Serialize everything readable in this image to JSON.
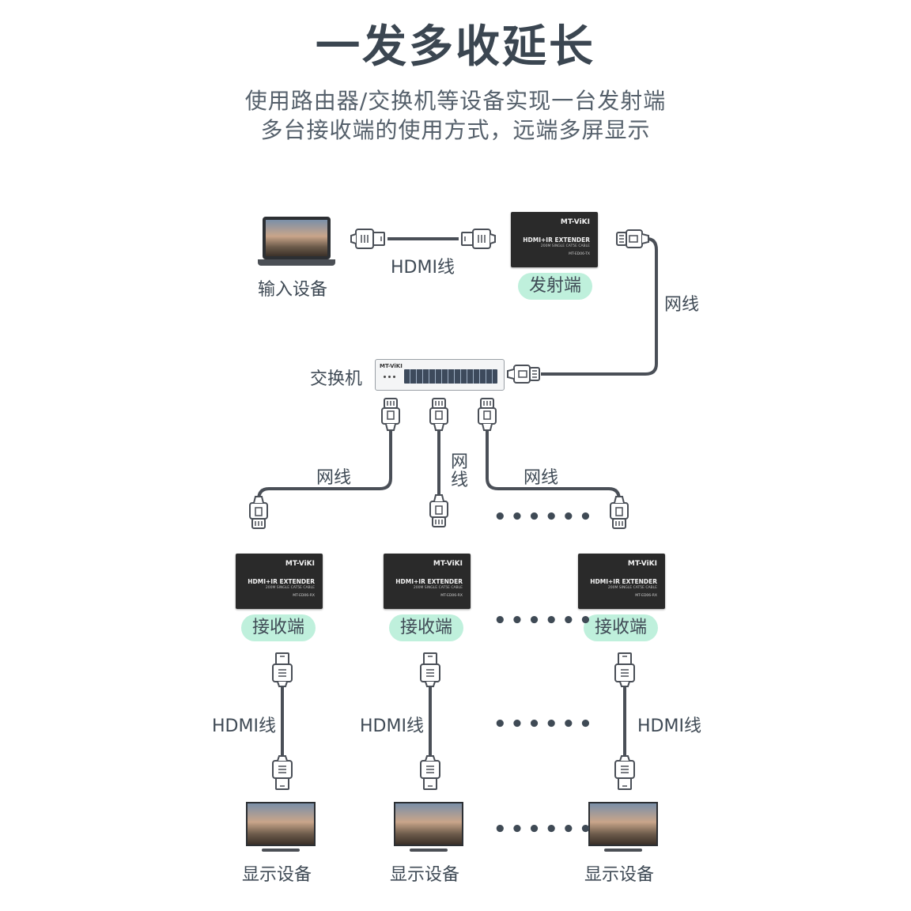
{
  "title": "一发多收延长",
  "subtitle": [
    "使用路由器/交换机等设备实现一台发射端",
    "多台接收端的使用方式，远端多屏显示"
  ],
  "input_device": "输入设备",
  "hdmi_cable": "HDMI线",
  "network_cable": "网线",
  "network_cable_vertical": [
    "网",
    "线"
  ],
  "transmitter": {
    "label": "发射端",
    "brand": "MT-ViKI",
    "product": "HDMI+IR EXTENDER",
    "tagline": "200M SINGLE CAT5E CABLE",
    "model": "MT-ED06-TX"
  },
  "switch": {
    "label": "交换机",
    "brand": "MT-ViKI"
  },
  "receiver": {
    "label": "接收端",
    "brand": "MT-ViKI",
    "product": "HDMI+IR EXTENDER",
    "tagline": "200M SINGLE CAT5E CABLE",
    "model": "MT-ED06-RX"
  },
  "display_device": "显示设备",
  "ellipsis": "••••••",
  "colors": {
    "pill": "#bff0dc",
    "text": "#3f4a55",
    "wire": "#4a4f57",
    "device": "#2a2a2a"
  }
}
